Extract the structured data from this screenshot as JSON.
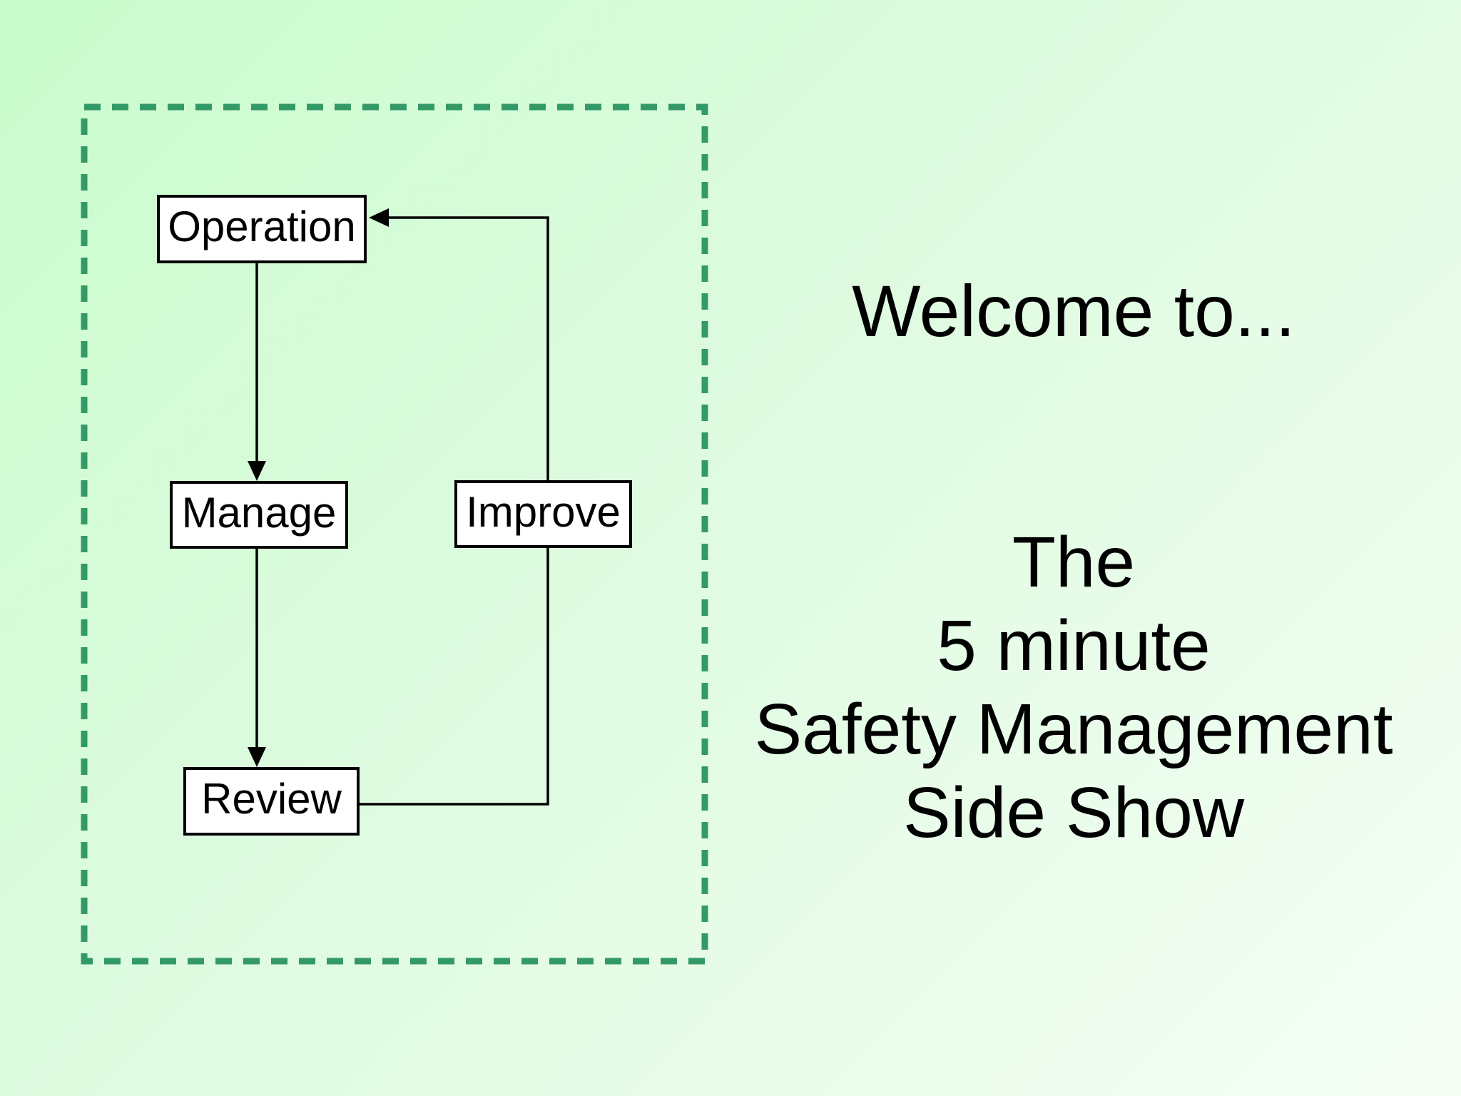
{
  "slide": {
    "welcome_text": "Welcome to...",
    "title_lines": [
      "The",
      "5 minute",
      "Safety Management",
      "Side Show"
    ],
    "colors": {
      "boundary_green": "#339966",
      "connector_black": "#000000",
      "node_fill": "#ffffff"
    },
    "diagram": {
      "nodes": {
        "operation": {
          "label": "Operation"
        },
        "manage": {
          "label": "Manage"
        },
        "improve": {
          "label": "Improve"
        },
        "review": {
          "label": "Review"
        }
      }
    }
  }
}
